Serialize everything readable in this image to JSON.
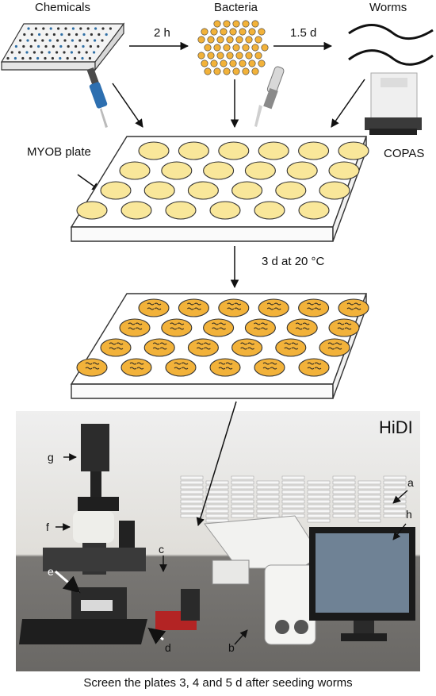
{
  "top": {
    "chemicals": "Chemicals",
    "bacteria": "Bacteria",
    "worms": "Worms",
    "step1_time": "2 h",
    "step2_time": "1.5 d",
    "copas": "COPAS"
  },
  "plate": {
    "myob_label": "MYOB plate",
    "incubation": "3 d at 20 °C"
  },
  "photo": {
    "title": "HiDI",
    "labels": [
      "a",
      "b",
      "c",
      "d",
      "e",
      "f",
      "g",
      "h"
    ]
  },
  "caption": "Screen the plates 3, 4 and 5 d after seeding worms",
  "colors": {
    "well_fill": "#f9e79a",
    "well_worm_fill": "#f2b23a",
    "plate_fill": "#ffffff",
    "photo_bg": "#d8d6d2"
  }
}
